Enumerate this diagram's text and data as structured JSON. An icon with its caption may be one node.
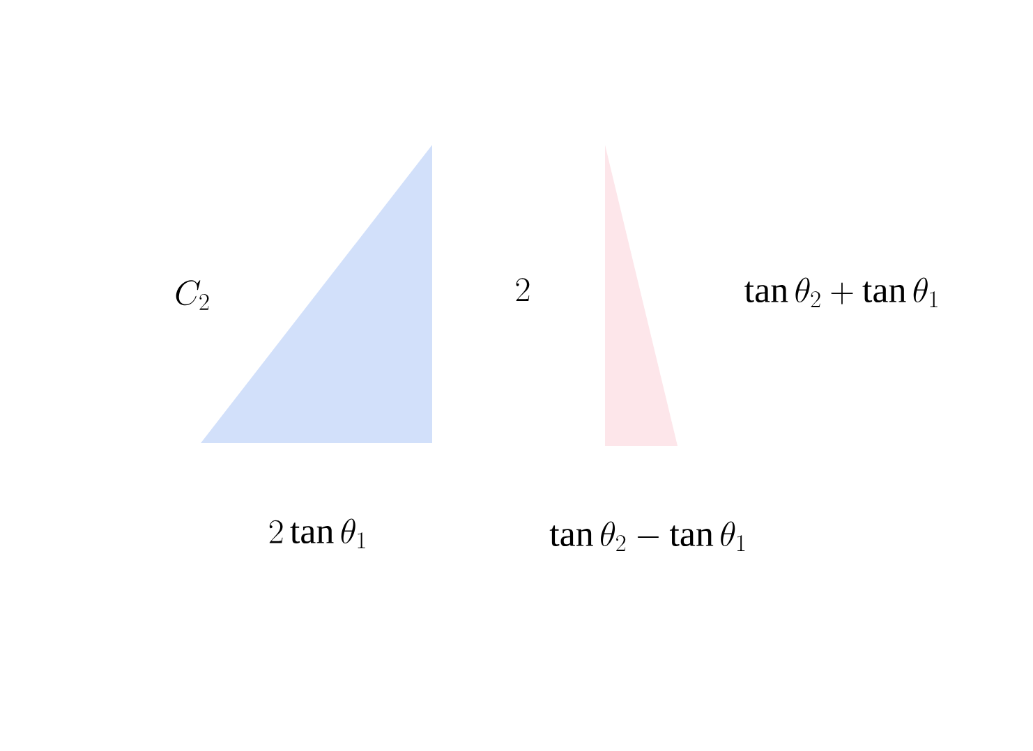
{
  "diagram": {
    "labels": [
      "C_{2}",
      "2",
      "\\tan\\theta_{2}+\\tan\\theta_{1}",
      "2\\tan\\theta_{1}",
      "\\tan\\theta_{2}-\\tan\\theta_{1}"
    ]
  }
}
